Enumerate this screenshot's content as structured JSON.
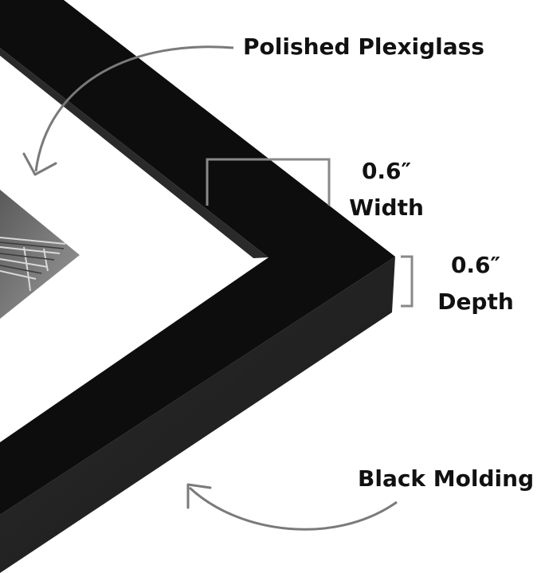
{
  "labels": {
    "plexiglass": "Polished Plexiglass",
    "width_value": "0.6″",
    "width_label": "Width",
    "depth_value": "0.6″",
    "depth_label": "Depth",
    "molding": "Black Molding"
  },
  "colors": {
    "frame_front": "#0d0d0d",
    "frame_side": "#222222",
    "mat": "#ffffff",
    "bracket": "#888888",
    "arrow": "#7a7a7a"
  }
}
